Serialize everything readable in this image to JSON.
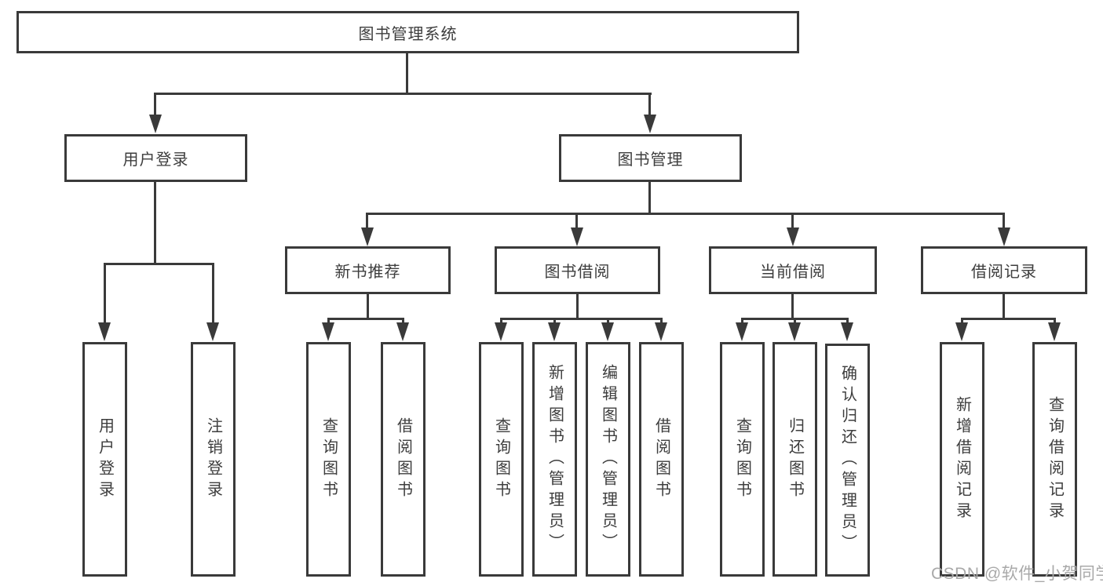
{
  "diagram_type": "hierarchy-tree",
  "tree": {
    "root": {
      "label": "图书管理系统",
      "children": [
        {
          "label": "用户登录",
          "children": [
            {
              "label": "用户登录"
            },
            {
              "label": "注销登录"
            }
          ]
        },
        {
          "label": "图书管理",
          "children": [
            {
              "label": "新书推荐",
              "children": [
                {
                  "label": "查询图书"
                },
                {
                  "label": "借阅图书"
                }
              ]
            },
            {
              "label": "图书借阅",
              "children": [
                {
                  "label": "查询图书"
                },
                {
                  "label": "新增图书（管理员）"
                },
                {
                  "label": "编辑图书（管理员）"
                },
                {
                  "label": "借阅图书"
                }
              ]
            },
            {
              "label": "当前借阅",
              "children": [
                {
                  "label": "查询图书"
                },
                {
                  "label": "归还图书"
                },
                {
                  "label": "确认归还（管理员）"
                }
              ]
            },
            {
              "label": "借阅记录",
              "children": [
                {
                  "label": "新增借阅记录"
                },
                {
                  "label": "查询借阅记录"
                }
              ]
            }
          ]
        }
      ]
    }
  },
  "colors": {
    "line": "#3a3a3a",
    "text": "#3d3d3d",
    "background": "#ffffff",
    "watermark": "#a9a9a9"
  },
  "watermark": "CSDN @软件_小贺同学"
}
